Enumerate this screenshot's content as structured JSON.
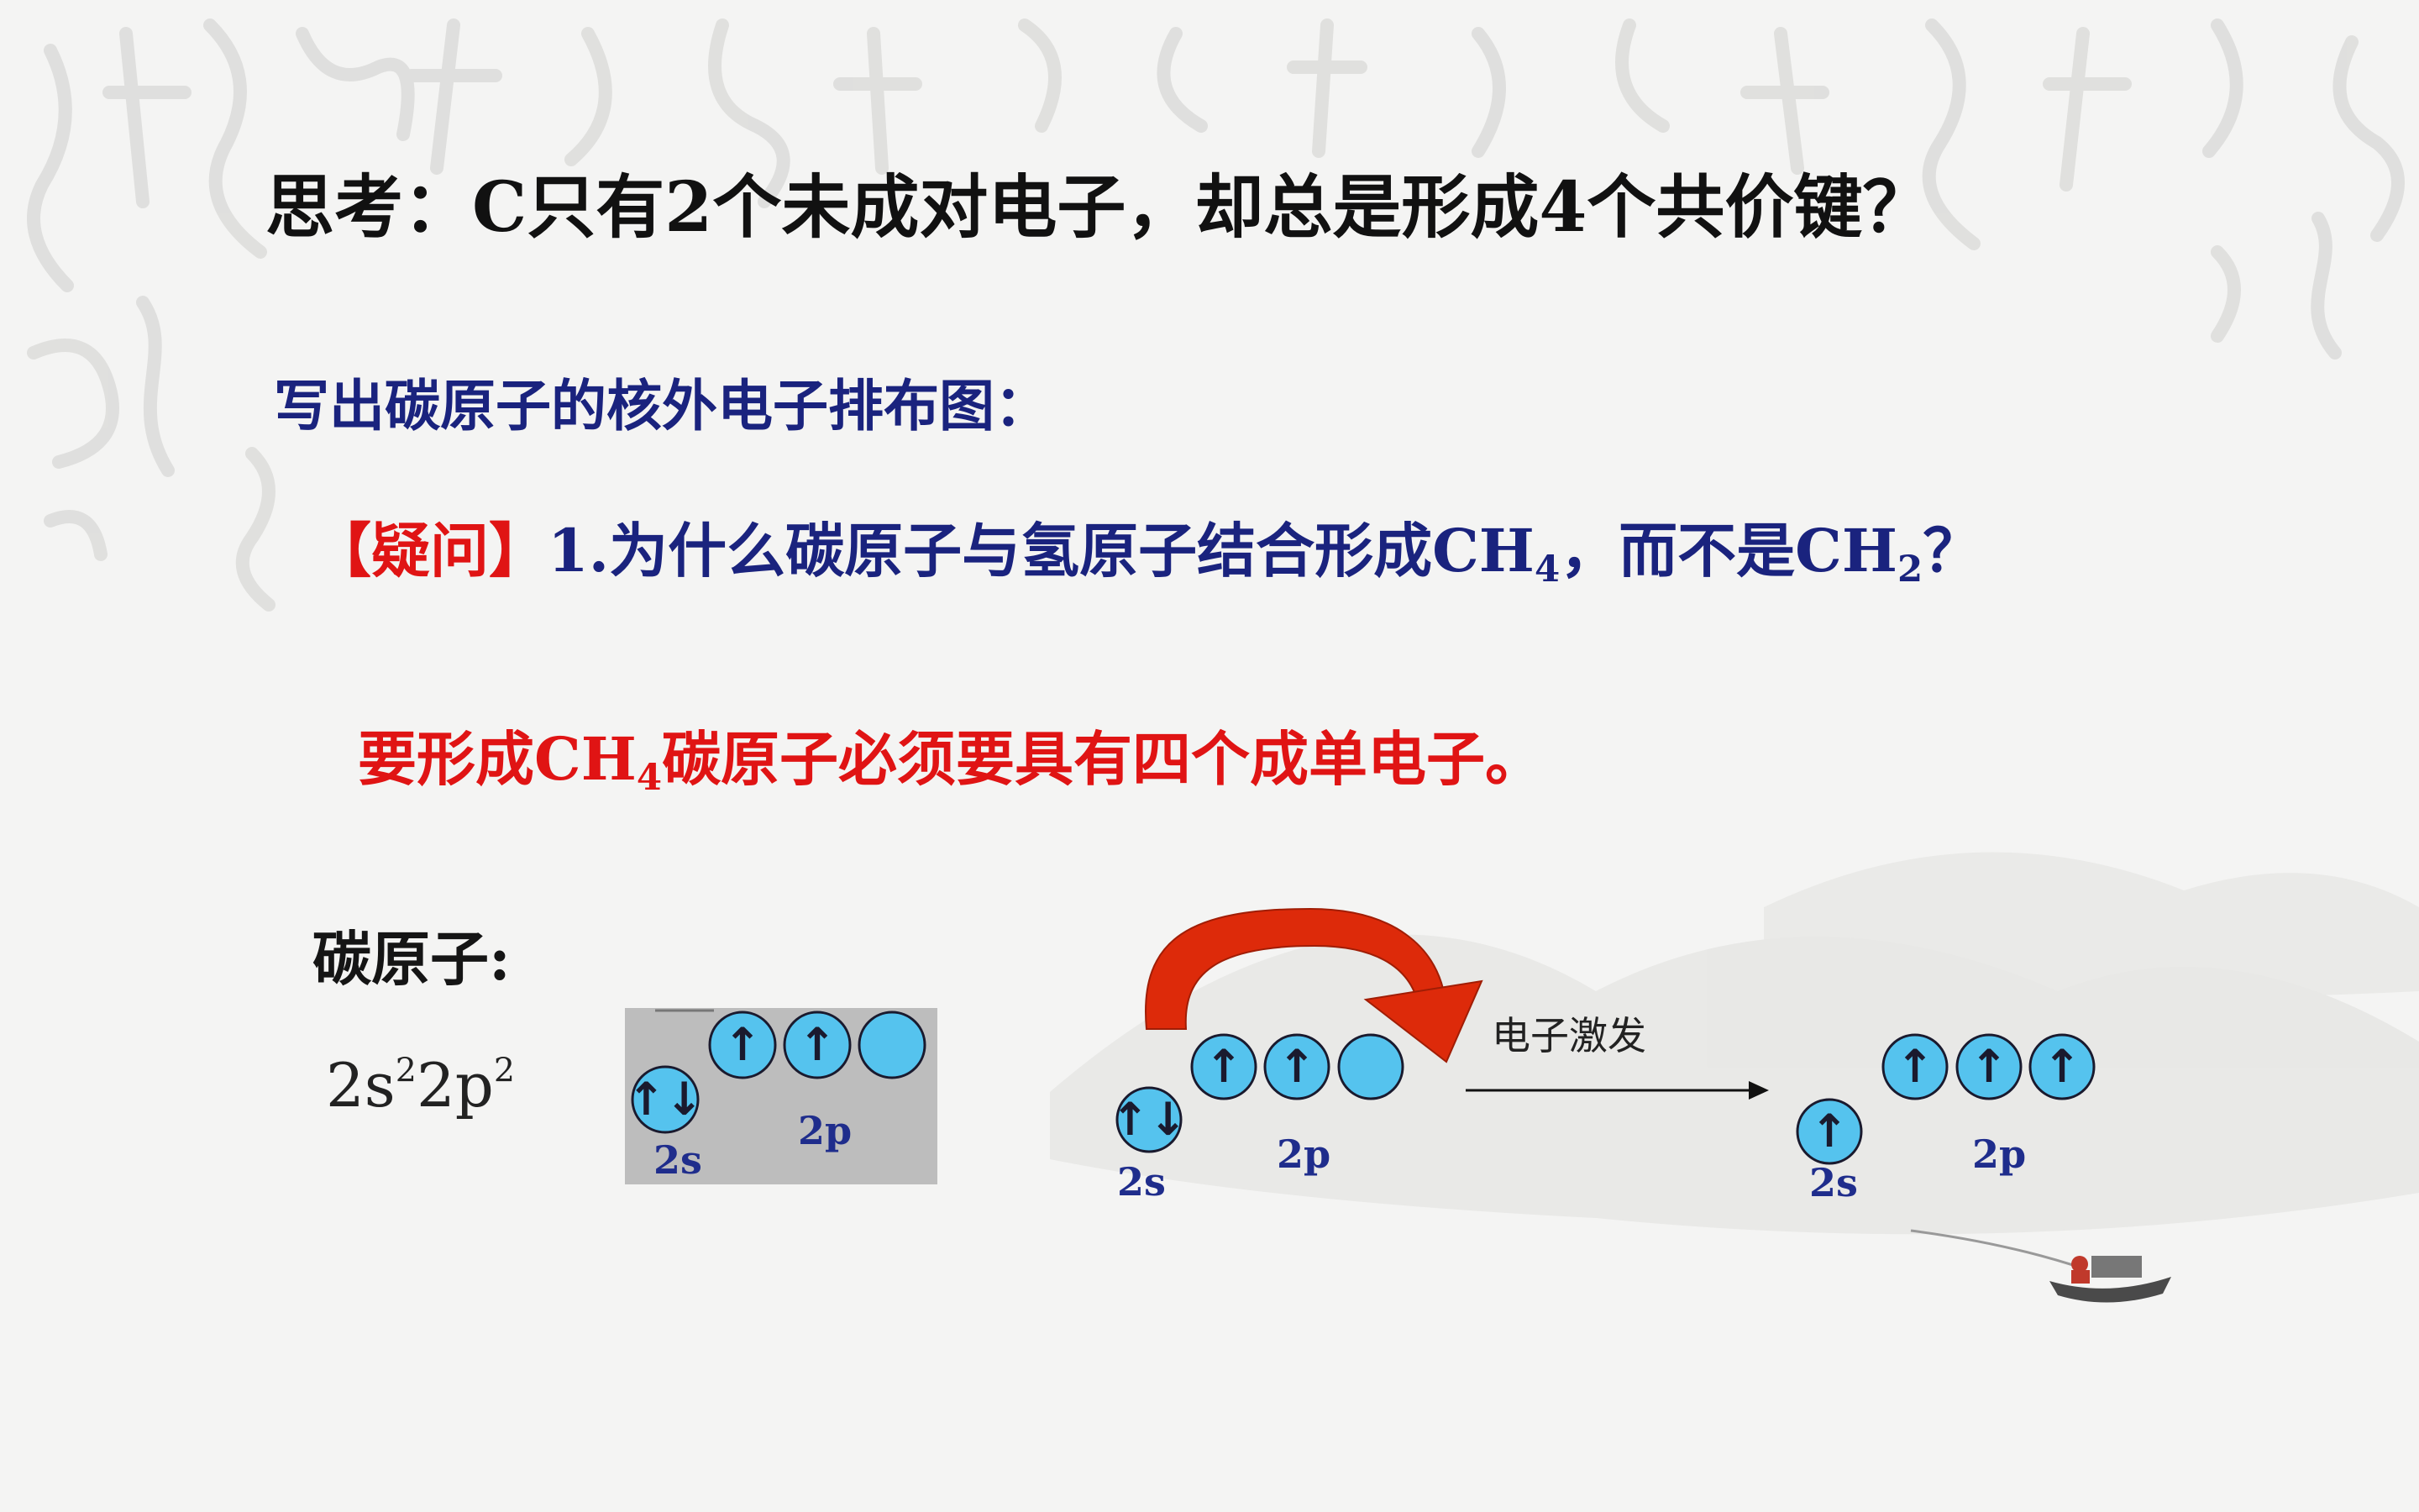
{
  "slide": {
    "question": "思考：C只有2个未成对电子，却总是形成4个共价键？",
    "instruction": "写出碳原子的核外电子排布图：",
    "doubt_tag": "【疑问】",
    "doubt_text_a": "1.为什么碳原子与氢原子结合形成CH",
    "doubt_sub_a": "4",
    "doubt_text_b": "，而不是CH",
    "doubt_sub_b": "2",
    "doubt_text_c": "？",
    "need_text_a": "要形成CH",
    "need_sub": "4",
    "need_text_b": "碳原子必须要具有四个成单电子。",
    "carbon_label": "碳原子:",
    "config_a": "2s",
    "config_sup_a": "2",
    "config_b": "2p",
    "config_sup_b": "2"
  },
  "diagram": {
    "ground_state": {
      "s_label": "2s",
      "p_label": "2p",
      "s_electrons": "↑↓",
      "p_electrons": [
        "↑",
        "↑",
        ""
      ]
    },
    "before_excite": {
      "s_label": "2s",
      "p_label": "2p",
      "s_electrons": "↑↓",
      "p_electrons": [
        "↑",
        "↑",
        ""
      ]
    },
    "excitation_label": "电子激发",
    "after_excite": {
      "s_label": "2s",
      "p_label": "2p",
      "s_electrons": "↑",
      "p_electrons": [
        "↑",
        "↑",
        "↑"
      ]
    },
    "colors": {
      "orbital_fill": "#55c3ee",
      "orbital_stroke": "#1a1a2e",
      "arrow_red": "#dd2a0a",
      "box_fill": "#bdbdbd",
      "label_blue": "#1f2d8c"
    }
  }
}
